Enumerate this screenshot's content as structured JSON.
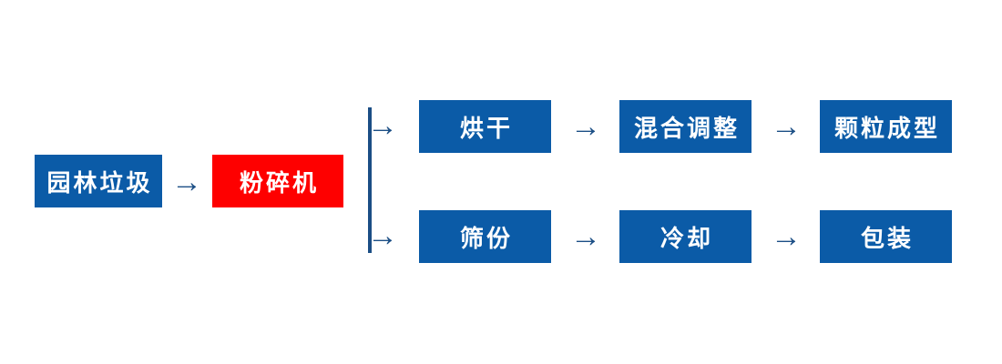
{
  "diagram": {
    "nodes": {
      "source": "园林垃圾",
      "crusher": "粉碎机",
      "top_row": [
        "烘干",
        "混合调整",
        "颗粒成型"
      ],
      "bottom_row": [
        "筛份",
        "冷却",
        "包装"
      ]
    },
    "arrow_glyph": "→",
    "colors": {
      "node_blue": "#0B5BA7",
      "node_red": "#FE0000",
      "connector_navy": "#1B4E85",
      "node_text": "#FFFFFF",
      "background": "#FFFFFF"
    }
  }
}
